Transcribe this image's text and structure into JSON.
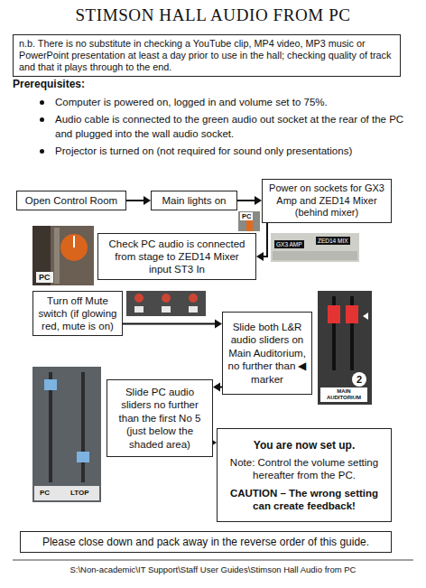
{
  "diagram": {
    "title": "STIMSON HALL AUDIO FROM PC",
    "nodes": [
      {
        "text": [
          "n.b. There is no substitute in checking a YouTube clip, MP4 video, MP3 music or PowerPoint presentation at least a day prior to use in the hall; checking quality of track and that it plays through to the end."
        ]
      },
      {
        "text": [
          "Open Control Room"
        ]
      },
      {
        "text": [
          "Main lights on"
        ]
      },
      {
        "text": [
          "Power on sockets for GX3 Amp and ZED14 Mixer (behind mixer)"
        ]
      },
      {
        "text": [
          "Check PC audio is connected from stage to ZED14 Mixer input ST3 In"
        ]
      },
      {
        "text": [
          "Turn off Mute switch (if glowing red, mute is on)"
        ]
      },
      {
        "text": [
          "Slide both L&R audio sliders on Main Auditorium, no further than ◀ marker"
        ]
      },
      {
        "text": [
          "Slide PC audio sliders no further than the first No 5 (just below the shaded area)"
        ]
      },
      {
        "text": [
          "You are now set up.",
          "Note: Control the volume setting hereafter from the PC.",
          "CAUTION – The wrong setting can create feedback!"
        ]
      },
      {
        "text": [
          "Please close down and pack away in the reverse order of this guide."
        ]
      }
    ],
    "edges": [
      {
        "from": 1,
        "to": 2,
        "arrow": "to"
      },
      {
        "from": 2,
        "to": 3,
        "arrow": "to"
      },
      {
        "from": 3,
        "to": 4,
        "arrow": "to"
      },
      {
        "from": 5,
        "to": 6,
        "arrow": "to"
      },
      {
        "from": 6,
        "to": 7,
        "arrow": "to"
      },
      {
        "from": 7,
        "to": 8,
        "arrow": "to"
      }
    ],
    "labels": [
      "Prerequisites:",
      "Computer is powered on, logged in and volume set to 75%.",
      "Audio cable is connected to the green audio out socket at the rear of the PC and plugged into the wall audio socket.",
      "Projector is turned on (not required for sound only presentations)",
      "PC",
      "PC",
      "GX3 AMP",
      "ZED14 MIX",
      "2",
      "MAIN AUDITORIUM",
      "PC",
      "LTOP",
      "S:\\Non-academic\\IT Support\\Staff User Guides\\Stimson Hall Audio from PC"
    ]
  }
}
